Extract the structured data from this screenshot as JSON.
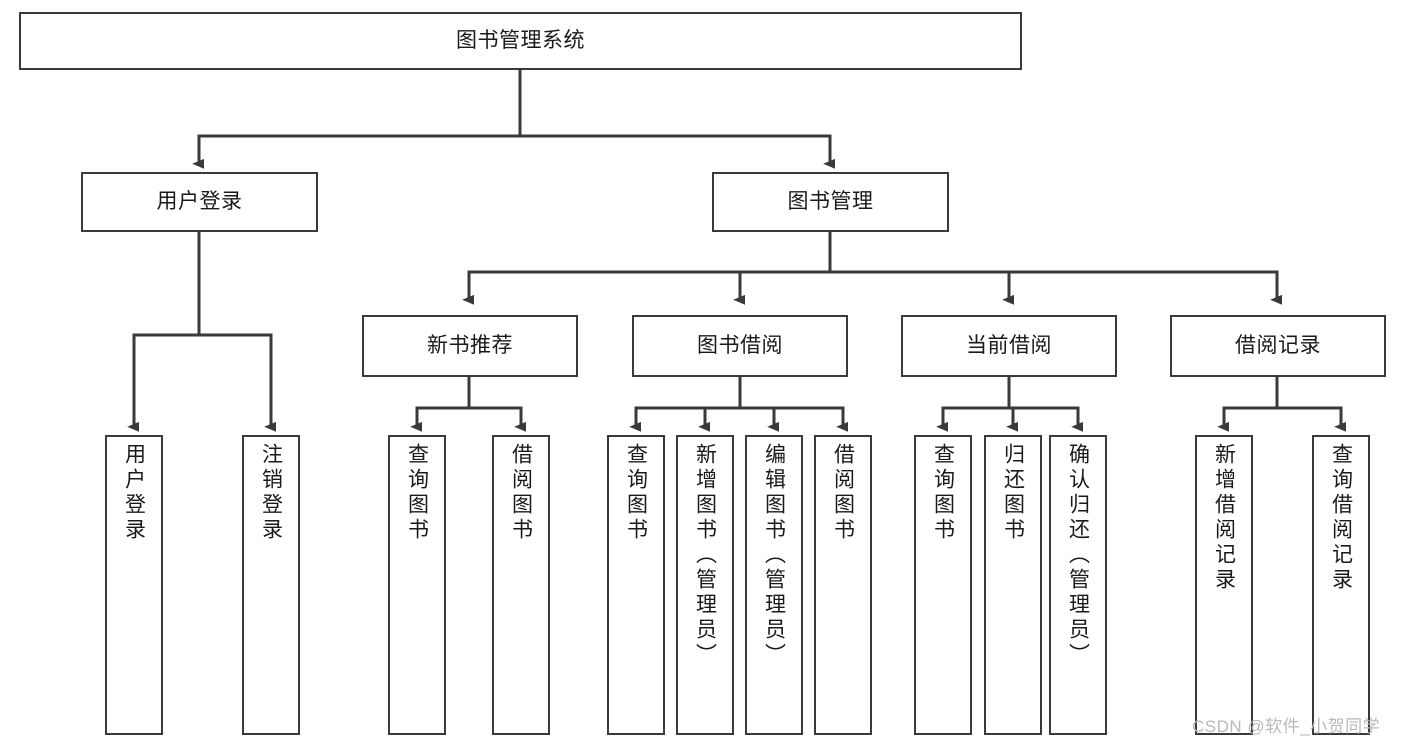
{
  "diagram": {
    "title": "图书管理系统",
    "type": "tree-structure-chart",
    "stroke_color": "#3a3a3a",
    "background_color": "#ffffff",
    "root": {
      "id": "root",
      "label": "图书管理系统"
    },
    "level1": [
      {
        "id": "user-login",
        "label": "用户登录"
      },
      {
        "id": "book-management",
        "label": "图书管理"
      }
    ],
    "level2": [
      {
        "id": "new-book-recommend",
        "label": "新书推荐",
        "parent": "book-management"
      },
      {
        "id": "book-borrow",
        "label": "图书借阅",
        "parent": "book-management"
      },
      {
        "id": "current-borrow",
        "label": "当前借阅",
        "parent": "book-management"
      },
      {
        "id": "borrow-record",
        "label": "借阅记录",
        "parent": "book-management"
      }
    ],
    "leaves": {
      "user-login": [
        {
          "id": "leaf-user-login",
          "label": "用户登录"
        },
        {
          "id": "leaf-user-logout",
          "label": "注销登录"
        }
      ],
      "new-book-recommend": [
        {
          "id": "leaf-query-book-1",
          "label": "查询图书"
        },
        {
          "id": "leaf-borrow-book-1",
          "label": "借阅图书"
        }
      ],
      "book-borrow": [
        {
          "id": "leaf-query-book-2",
          "label": "查询图书"
        },
        {
          "id": "leaf-add-book",
          "label": "新增图书（管理员）"
        },
        {
          "id": "leaf-edit-book",
          "label": "编辑图书（管理员）"
        },
        {
          "id": "leaf-borrow-book-2",
          "label": "借阅图书"
        }
      ],
      "current-borrow": [
        {
          "id": "leaf-query-book-3",
          "label": "查询图书"
        },
        {
          "id": "leaf-return-book",
          "label": "归还图书"
        },
        {
          "id": "leaf-confirm-return",
          "label": "确认归还（管理员）"
        }
      ],
      "borrow-record": [
        {
          "id": "leaf-add-record",
          "label": "新增借阅记录"
        },
        {
          "id": "leaf-query-record",
          "label": "查询借阅记录"
        }
      ]
    }
  },
  "watermark": {
    "text": "CSDN @软件_小贺同学"
  }
}
